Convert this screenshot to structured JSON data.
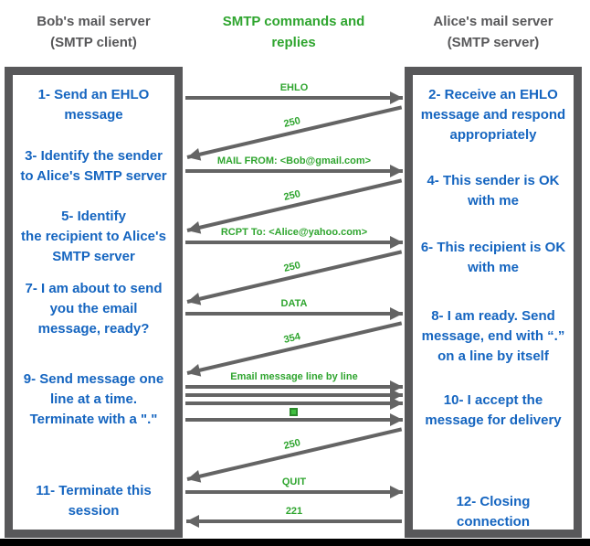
{
  "colors": {
    "step_text_blue": "#1565c0",
    "label_green": "#2fa52f",
    "structure_gray": "#58585a"
  },
  "headers": {
    "client": "Bob's mail server\n(SMTP client)",
    "middle": "SMTP commands and\nreplies",
    "server": "Alice's mail server\n(SMTP server)"
  },
  "client_box": {
    "role": "SMTP client",
    "items": [
      "1- Send an EHLO\nmessage",
      "3- Identify the sender\nto Alice's SMTP server",
      "5- Identify\nthe recipient to Alice's\nSMTP server",
      "7- I am about to send\nyou the email\nmessage, ready?",
      "9- Send message one\nline at a time.\nTerminate with a \".\"",
      "11- Terminate this\nsession"
    ]
  },
  "server_box": {
    "role": "SMTP server",
    "items": [
      "2- Receive an EHLO\nmessage and respond\nappropriately",
      "4- This sender is OK\nwith me",
      "6- This recipient is OK\nwith me",
      "8-  I am ready. Send\nmessage, end with “.”\non a line by itself",
      "10-  I accept the\nmessage for delivery",
      "12-  Closing\nconnection"
    ]
  },
  "messages": [
    {
      "label": "EHLO",
      "from": "client",
      "to": "server"
    },
    {
      "label": "250",
      "from": "server",
      "to": "client"
    },
    {
      "label": "MAIL FROM: <Bob@gmail.com>",
      "from": "client",
      "to": "server"
    },
    {
      "label": "250",
      "from": "server",
      "to": "client"
    },
    {
      "label": "RCPT To: <Alice@yahoo.com>",
      "from": "client",
      "to": "server"
    },
    {
      "label": "250",
      "from": "server",
      "to": "client"
    },
    {
      "label": "DATA",
      "from": "client",
      "to": "server"
    },
    {
      "label": "354",
      "from": "server",
      "to": "client"
    },
    {
      "label": "Email message line by line",
      "from": "client",
      "to": "server"
    },
    {
      "label": "",
      "from": "client",
      "to": "server"
    },
    {
      "label": "",
      "from": "client",
      "to": "server"
    },
    {
      "label": "",
      "icon": "green-square-dot",
      "from": "client",
      "to": "server"
    },
    {
      "label": "250",
      "from": "server",
      "to": "client"
    },
    {
      "label": "QUIT",
      "from": "client",
      "to": "server"
    },
    {
      "label": "221",
      "from": "server",
      "to": "client"
    }
  ]
}
